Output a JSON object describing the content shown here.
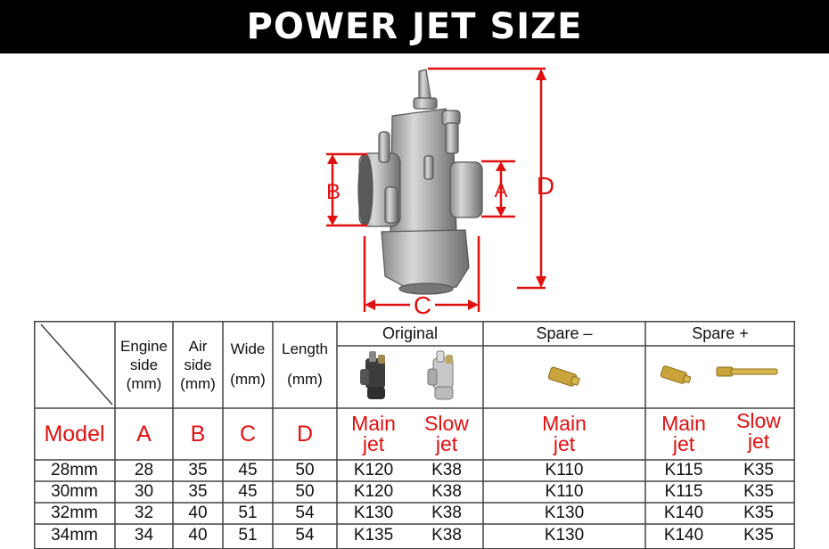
{
  "title": "POWER JET SIZE",
  "diagram": {
    "labels": [
      "A",
      "B",
      "C",
      "D"
    ]
  },
  "table": {
    "headers": {
      "engine_side": [
        "Engine",
        "side",
        "(mm)"
      ],
      "air_side": [
        "Air",
        "side",
        "(mm)"
      ],
      "wide": [
        "Wide",
        "(mm)"
      ],
      "length": [
        "Length",
        "(mm)"
      ],
      "original": "Original",
      "spare_minus": "Spare –",
      "spare_plus": "Spare +"
    },
    "labels": {
      "model": "Model",
      "a": "A",
      "b": "B",
      "c": "C",
      "d": "D",
      "main_jet": [
        "Main",
        "jet"
      ],
      "slow_jet": [
        "Slow",
        "jet"
      ]
    },
    "rows": [
      {
        "model": "28mm",
        "a": "28",
        "b": "35",
        "c": "45",
        "d": "50",
        "orig_main": "K120",
        "orig_slow": "K38",
        "spare_minus_main": "K110",
        "spare_plus_main": "K115",
        "spare_plus_slow": "K35"
      },
      {
        "model": "30mm",
        "a": "30",
        "b": "35",
        "c": "45",
        "d": "50",
        "orig_main": "K120",
        "orig_slow": "K38",
        "spare_minus_main": "K110",
        "spare_plus_main": "K115",
        "spare_plus_slow": "K35"
      },
      {
        "model": "32mm",
        "a": "32",
        "b": "40",
        "c": "51",
        "d": "54",
        "orig_main": "K130",
        "orig_slow": "K38",
        "spare_minus_main": "K130",
        "spare_plus_main": "K140",
        "spare_plus_slow": "K35"
      },
      {
        "model": "34mm",
        "a": "34",
        "b": "40",
        "c": "51",
        "d": "54",
        "orig_main": "K135",
        "orig_slow": "K38",
        "spare_minus_main": "K130",
        "spare_plus_main": "K140",
        "spare_plus_slow": "K35"
      }
    ]
  },
  "colors": {
    "accent_red": "#e01010",
    "banner": "#000000"
  }
}
